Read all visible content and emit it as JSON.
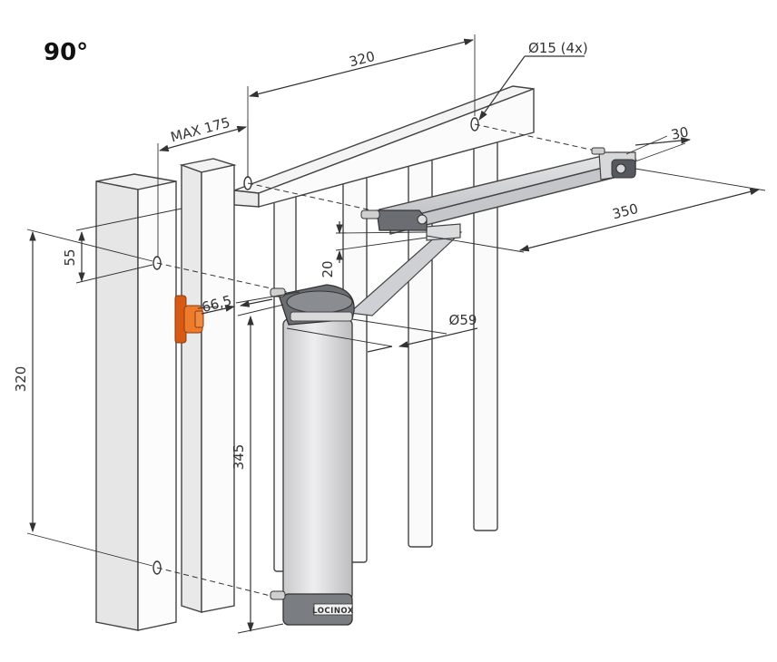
{
  "title": "90°",
  "brand": "LOCINOX",
  "dimensions": {
    "top_320": "320",
    "hole_dia": "Ø15 (4x)",
    "max175": "MAX 175",
    "d30": "30",
    "d350": "350",
    "d55": "55",
    "d20": "20",
    "d66": "66,5",
    "d59": "Ø59",
    "left_320": "320",
    "d345": "345"
  },
  "colors": {
    "line": "#333333",
    "post_fill": "#f7f7f7",
    "arm_fill": "#d9dadc",
    "cylinder_fill": "#dcdcde",
    "cap_fill": "#6a6a6a",
    "hinge_orange": "#e46a1f"
  }
}
